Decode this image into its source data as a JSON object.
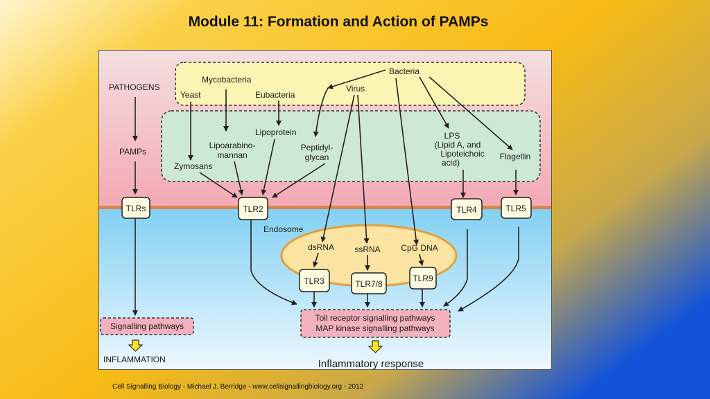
{
  "slide": {
    "title": "Module 11:  Formation and Action of PAMPs",
    "footer": "Cell Signalling Biology - Michael J. Berridge - www.cellsignallingbiology.org - 2012",
    "colors": {
      "bg_orange": "#f5b51f",
      "bg_blue": "#1a5fd6",
      "panel_top": "#f1d8da",
      "panel_pink": "#f3aeb8",
      "panel_blue": "#8fd3f2",
      "membrane": "#d9864a"
    }
  },
  "diagram": {
    "left_column": {
      "pathogens": "PATHOGENS",
      "pamps": "PAMPs",
      "tlrs": "TLRs",
      "signalling": "Signalling pathways",
      "inflammation": "INFLAMMATION"
    },
    "pathogens": {
      "mycobacteria": "Mycobacteria",
      "yeast": "Yeast",
      "eubacteria": "Eubacteria",
      "virus": "Virus",
      "bacteria": "Bacteria"
    },
    "pamps": {
      "lipoarabinomannan": [
        "Lipoarabino-",
        "mannan"
      ],
      "lipoprotein": "Lipoprotein",
      "peptidylglycan": [
        "Peptidyl-",
        "glycan"
      ],
      "zymosans": "Zymosans",
      "lps": [
        "LPS",
        "(Lipid A, and",
        "Lipoteichoic",
        "acid)"
      ],
      "flagellin": "Flagellin"
    },
    "receptors": {
      "tlr2": "TLR2",
      "tlr4": "TLR4",
      "tlr5": "TLR5",
      "tlr3": "TLR3",
      "tlr78": "TLR7/8",
      "tlr9": "TLR9"
    },
    "endosome": {
      "label": "Endosome",
      "dsrna": "dsRNA",
      "ssrna": "ssRNA",
      "cpg": "CpG DNA"
    },
    "output": {
      "line1": "Toll receptor signalling pathways",
      "line2": "MAP kinase signalling pathways",
      "response": "Inflammatory response"
    }
  }
}
